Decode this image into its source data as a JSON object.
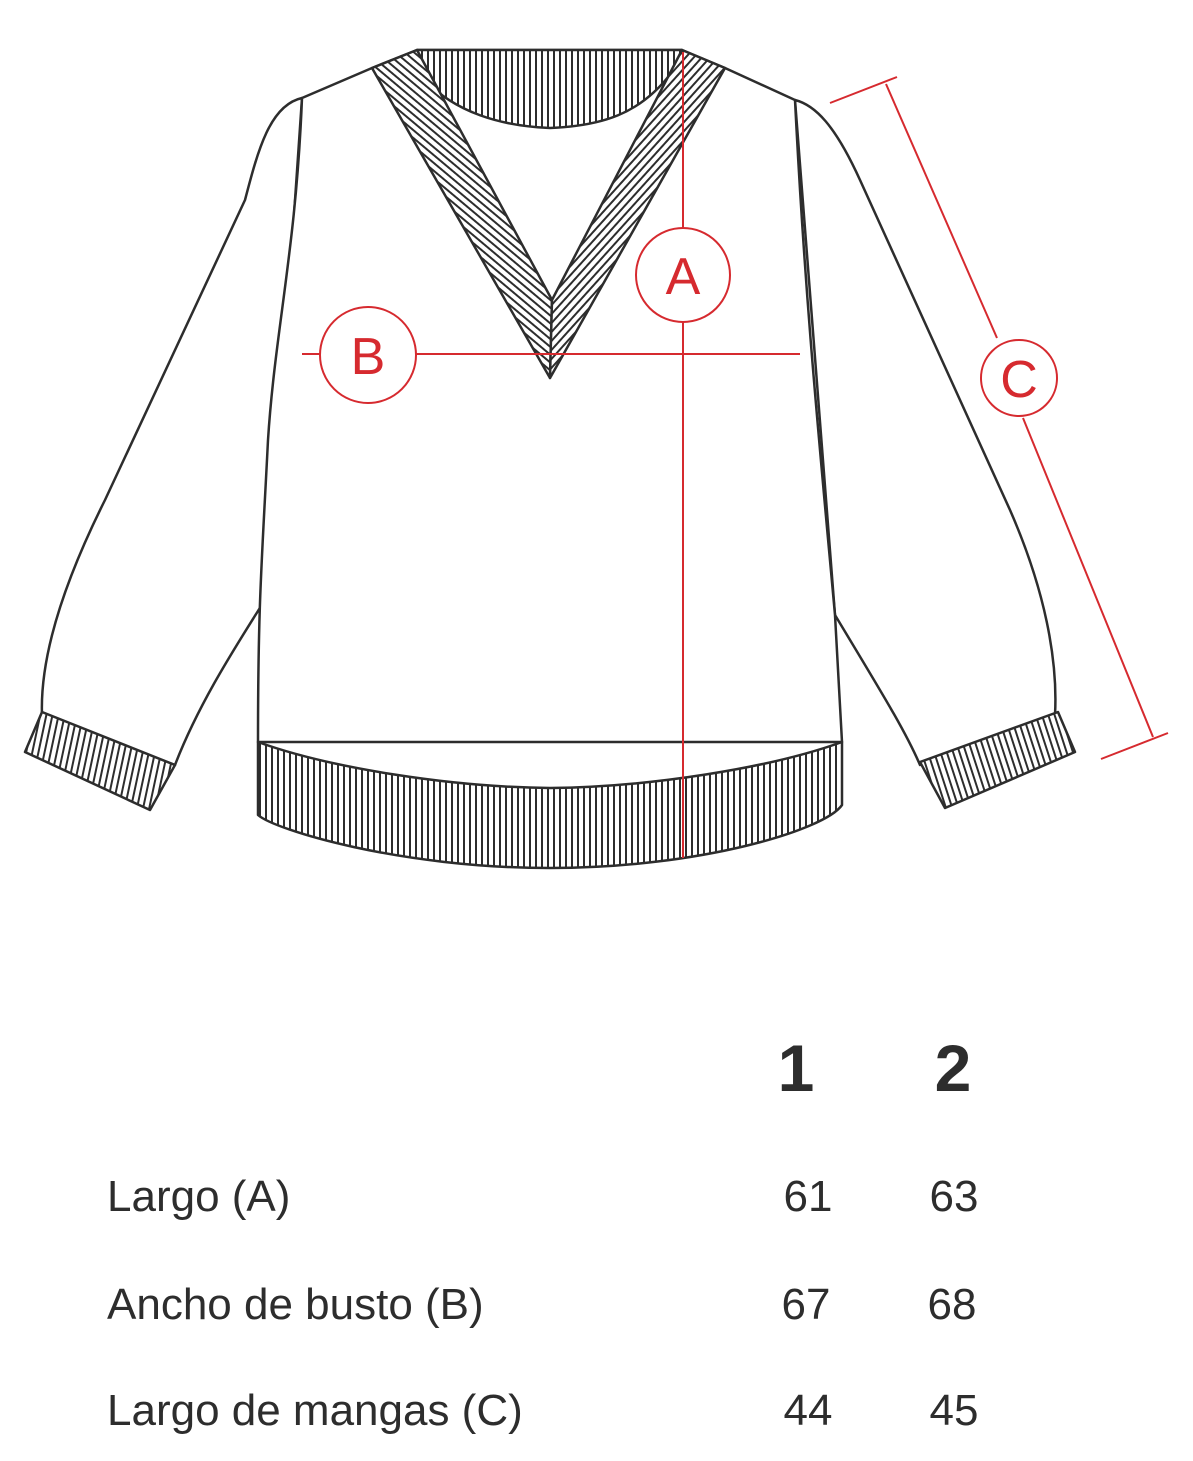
{
  "markers": {
    "a": "A",
    "b": "B",
    "c": "C"
  },
  "colors": {
    "outline": "#2d2d2d",
    "measure": "#d62a2f",
    "text": "#2d2d2d"
  },
  "table": {
    "sizes": [
      "1",
      "2"
    ],
    "rows": [
      {
        "label": "Largo (A)",
        "values": [
          "61",
          "63"
        ]
      },
      {
        "label": "Ancho de busto (B)",
        "values": [
          "67",
          "68"
        ]
      },
      {
        "label": "Largo de mangas (C)",
        "values": [
          "44",
          "45"
        ]
      }
    ]
  }
}
